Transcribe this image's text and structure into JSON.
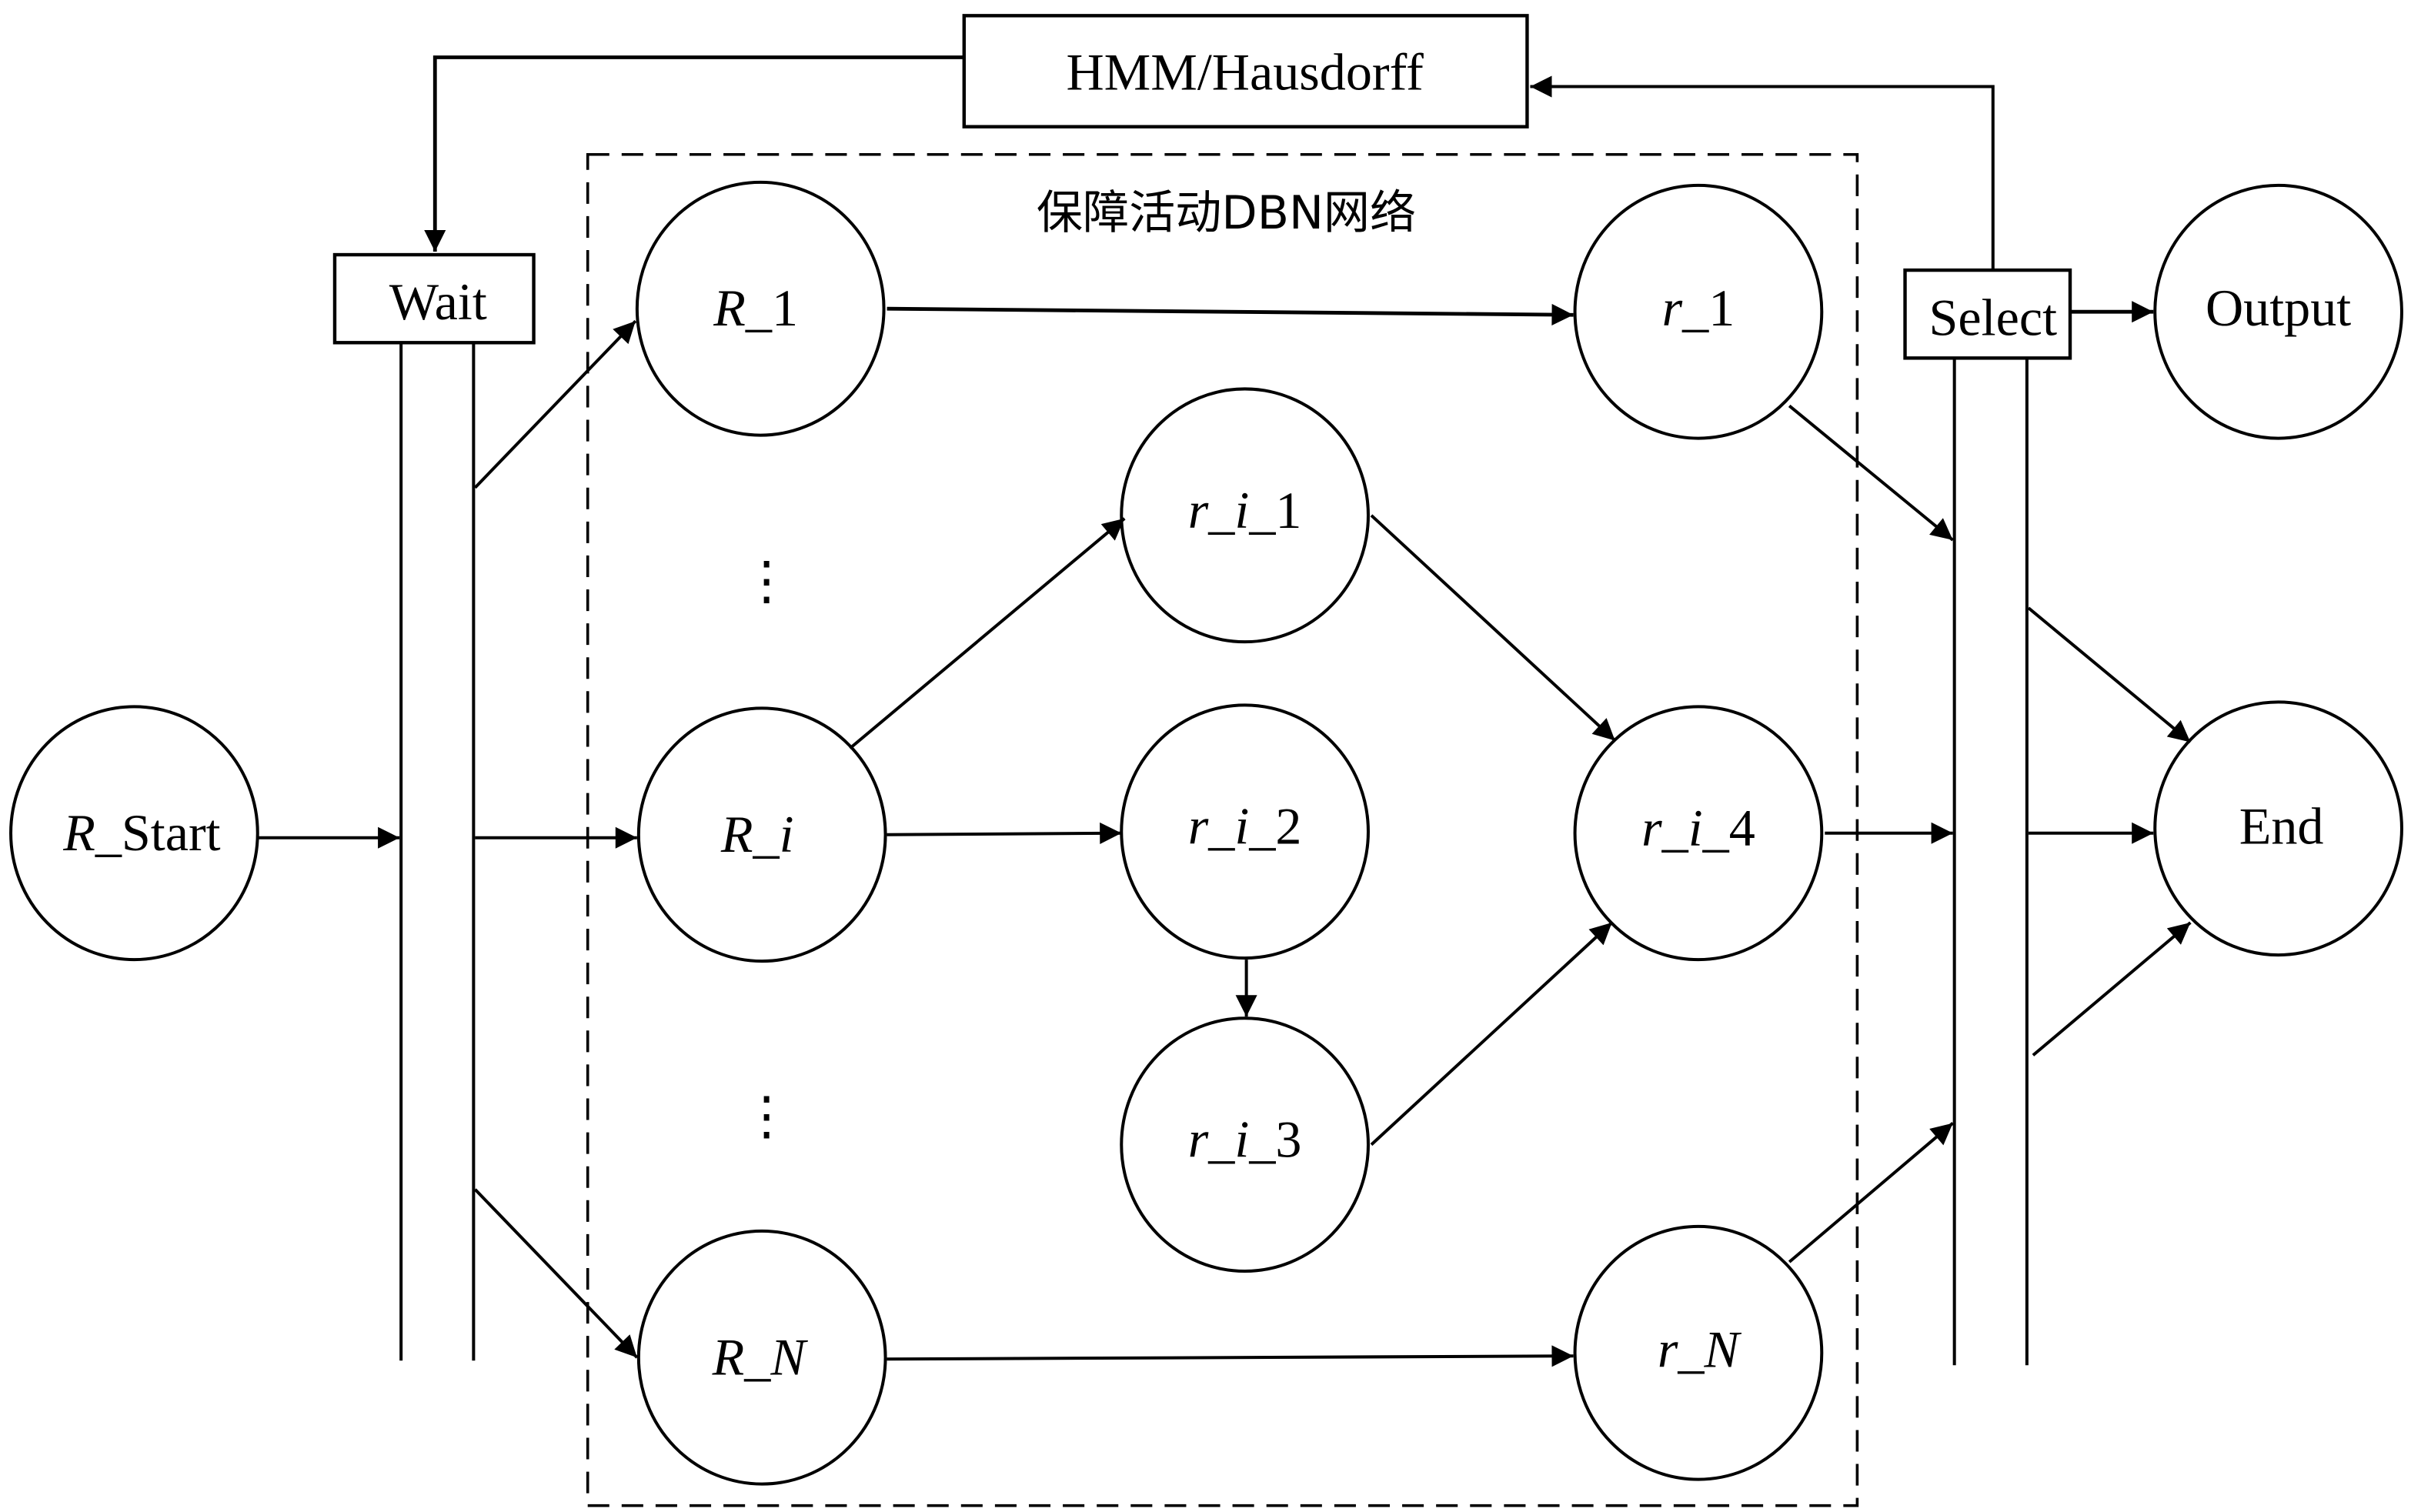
{
  "diagram": {
    "title": "保障活动DBN网络",
    "feedback_box": "HMM/Hausdorff",
    "wait_box": "Wait",
    "select_box": "Select",
    "nodes": {
      "r_start": {
        "italic": "R",
        "rest": "_Start"
      },
      "R_1": {
        "italic": "R",
        "rest": "_1"
      },
      "R_i": {
        "italic": "R",
        "rest": "_",
        "italic2": "i"
      },
      "R_N": {
        "italic": "R",
        "rest": "_",
        "italic2": "N"
      },
      "r_1": {
        "italic": "r",
        "rest": "_1"
      },
      "r_i_1": {
        "italic": "r",
        "mid": "_",
        "italic2": "i",
        "rest": "_1"
      },
      "r_i_2": {
        "italic": "r",
        "mid": "_",
        "italic2": "i",
        "rest": "_2"
      },
      "r_i_3": {
        "italic": "r",
        "mid": "_",
        "italic2": "i",
        "rest": "_3"
      },
      "r_i_4": {
        "italic": "r",
        "mid": "_",
        "italic2": "i",
        "rest": "_4"
      },
      "r_N": {
        "italic": "r",
        "rest": "_",
        "italic2": "N"
      },
      "output": "Output",
      "end": "End"
    },
    "ellipsis": "⋮",
    "edges": [
      [
        "R_Start",
        "Wait"
      ],
      [
        "Wait",
        "R_1"
      ],
      [
        "Wait",
        "R_i"
      ],
      [
        "Wait",
        "R_N"
      ],
      [
        "R_1",
        "r_1"
      ],
      [
        "R_i",
        "r_i_1"
      ],
      [
        "R_i",
        "r_i_2"
      ],
      [
        "r_i_2",
        "r_i_3"
      ],
      [
        "r_i_1",
        "r_i_4"
      ],
      [
        "r_i_3",
        "r_i_4"
      ],
      [
        "R_N",
        "r_N"
      ],
      [
        "r_1",
        "Select"
      ],
      [
        "r_i_4",
        "Select"
      ],
      [
        "r_N",
        "Select"
      ],
      [
        "Select",
        "Output"
      ],
      [
        "Select",
        "End"
      ],
      [
        "Select",
        "HMM/Hausdorff"
      ],
      [
        "HMM/Hausdorff",
        "Wait"
      ]
    ]
  }
}
